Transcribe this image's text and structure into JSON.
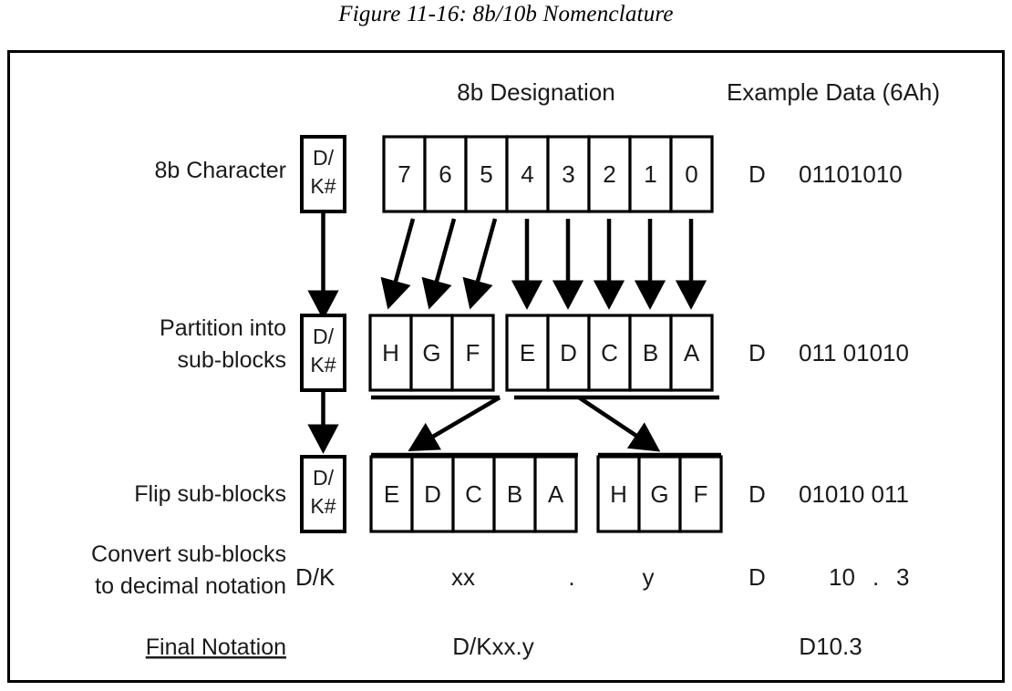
{
  "figure": {
    "title": "Figure 11-16: 8b/10b Nomenclature"
  },
  "headers": {
    "designation": "8b Designation",
    "example": "Example Data (6Ah)"
  },
  "rows": [
    {
      "id": "8b-character",
      "label_line1": "8b Character",
      "label_line2": "",
      "control_box": "D/\nK#",
      "control_box_line1": "D/",
      "control_box_line2": "K#",
      "cells": [
        "7",
        "6",
        "5",
        "4",
        "3",
        "2",
        "1",
        "0"
      ],
      "example_prefix": "D",
      "example_value": "01101010"
    },
    {
      "id": "partition-into-sub-blocks",
      "label_line1": "Partition into",
      "label_line2": "sub-blocks",
      "control_box_line1": "D/",
      "control_box_line2": "K#",
      "group_left": [
        "H",
        "G",
        "F"
      ],
      "group_right": [
        "E",
        "D",
        "C",
        "B",
        "A"
      ],
      "example_prefix": "D",
      "example_value": "011  01010"
    },
    {
      "id": "flip-sub-blocks",
      "label_line1": "Flip sub-blocks",
      "label_line2": "",
      "control_box_line1": "D/",
      "control_box_line2": "K#",
      "group_left": [
        "E",
        "D",
        "C",
        "B",
        "A"
      ],
      "group_right": [
        "H",
        "G",
        "F"
      ],
      "example_prefix": "D",
      "example_value": "01010  011"
    },
    {
      "id": "convert-to-decimal",
      "label_line1": "Convert sub-blocks",
      "label_line2": "to decimal notation",
      "control_text": "D/K",
      "notation_xx": "xx",
      "notation_dot": ".",
      "notation_y": "y",
      "example_prefix": "D",
      "example_decimal_left": "10",
      "example_decimal_dot": ".",
      "example_decimal_right": "3"
    },
    {
      "id": "final-notation",
      "label_line1": "Final Notation",
      "notation": "D/Kxx.y",
      "example_value": "D10.3"
    }
  ],
  "colors": {
    "ink": "#1a1a1a",
    "stroke": "#000000",
    "background": "#ffffff"
  }
}
